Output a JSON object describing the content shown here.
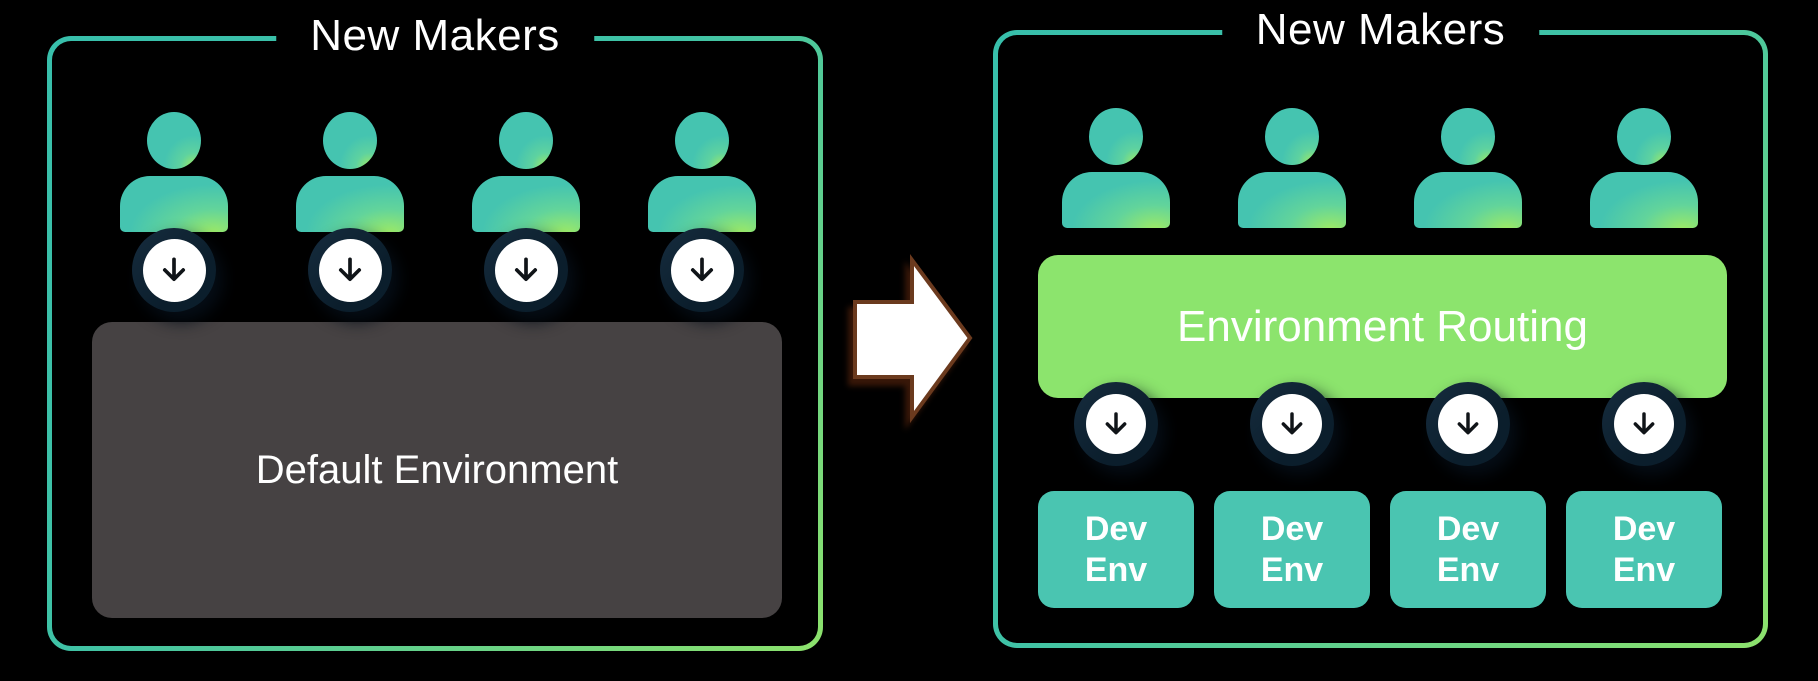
{
  "left_panel": {
    "title": "New Makers",
    "makers_count": 4,
    "environment_box": {
      "label": "Default Environment"
    }
  },
  "transition_arrow": {
    "direction": "right"
  },
  "right_panel": {
    "title": "New Makers",
    "makers_count": 4,
    "routing_box": {
      "label": "Environment Routing"
    },
    "dev_envs": [
      {
        "line1": "Dev",
        "line2": "Env"
      },
      {
        "line1": "Dev",
        "line2": "Env"
      },
      {
        "line1": "Dev",
        "line2": "Env"
      },
      {
        "line1": "Dev",
        "line2": "Env"
      }
    ]
  },
  "colors": {
    "background": "#000000",
    "panel_border_start": "#38bfab",
    "panel_border_end": "#8de26c",
    "person_teal": "#45c4b0",
    "person_green": "#9dea66",
    "badge_ring": "#0b1e2c",
    "badge_fill": "#ffffff",
    "badge_arrow": "#101418",
    "default_env_bg": "#464243",
    "routing_bg": "#8ce46d",
    "dev_env_bg": "#4ac5b1",
    "transition_fill": "#ffffff",
    "transition_stroke": "#6b3a1e",
    "text_white": "#ffffff"
  }
}
